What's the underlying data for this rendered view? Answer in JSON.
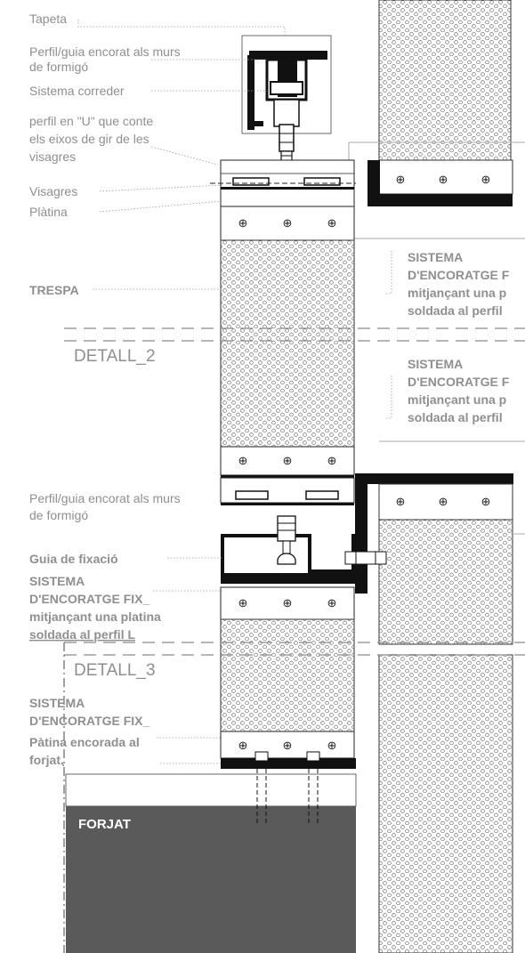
{
  "labels": {
    "tapeta": "Tapeta",
    "perfil_guia_1a": "Perfil/guia encorat als murs",
    "perfil_guia_1b": "de formigó",
    "sistema_corredor": "Sistema correder",
    "perfil_u_a": "perfil  en \"U\" que conte",
    "perfil_u_b": "els eixos de gir de les",
    "perfil_u_c": "visagres",
    "visagres": "Visagres",
    "platina": "Plàtina",
    "trespa": "TRESPA",
    "perfil_guia_2a": "Perfil/guia encorat als murs",
    "perfil_guia_2b": "de formigó",
    "guia_fixacio": "Guia de fixació",
    "fix1_a": "SISTEMA",
    "fix1_b": "D'ENCORATGE FIX_",
    "fix1_c": "mitjançant una platina",
    "fix1_d": "soldada al perfil L",
    "fix2_a": "SISTEMA",
    "fix2_b": "D'ENCORATGE FIX_",
    "fix2_c": "Pàtina encorada al",
    "fix2_d": "forjat.",
    "right1_a": "SISTEMA",
    "right1_b": "D'ENCORATGE F",
    "right1_c": "mitjançant una p",
    "right1_d": "soldada al perfil",
    "right2_a": "SISTEMA",
    "right2_b": "D'ENCORATGE F",
    "right2_c": "mitjançant una p",
    "right2_d": "soldada al perfil",
    "forjat": "FORJAT"
  },
  "details": {
    "detall_2": "DETALL_2",
    "detall_3": "DETALL_3"
  },
  "colors": {
    "slab": "#5a5a5a",
    "label_grey": "#8f8f8f",
    "steel_black": "#111111"
  }
}
